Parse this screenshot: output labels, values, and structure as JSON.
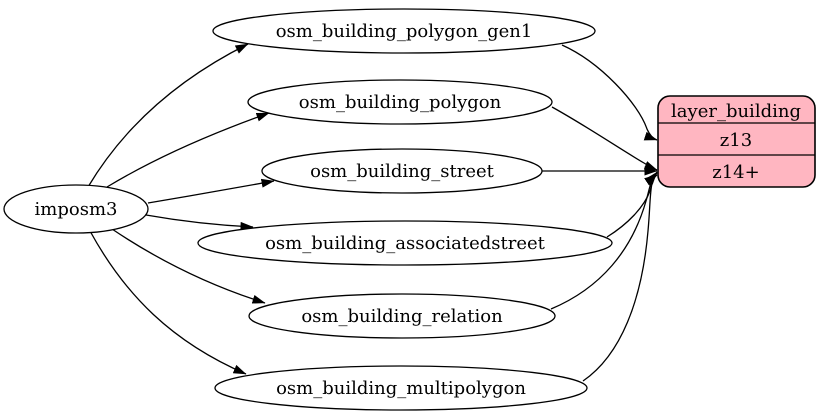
{
  "diagram": {
    "kind": "graphviz-digraph",
    "colors": {
      "background": "#ffffff",
      "edge": "#000000",
      "node_fill": "#ffffff",
      "node_stroke": "#000000",
      "layer_fill": "#ffb6c1"
    },
    "source": {
      "label": "imposm3"
    },
    "tables": [
      {
        "label": "osm_building_polygon_gen1"
      },
      {
        "label": "osm_building_polygon"
      },
      {
        "label": "osm_building_street"
      },
      {
        "label": "osm_building_associatedstreet"
      },
      {
        "label": "osm_building_relation"
      },
      {
        "label": "osm_building_multipolygon"
      }
    ],
    "layer": {
      "title": "layer_building",
      "rows": [
        "z13",
        "z14+"
      ]
    },
    "edges": [
      {
        "from": "imposm3",
        "to": "osm_building_polygon_gen1"
      },
      {
        "from": "imposm3",
        "to": "osm_building_polygon"
      },
      {
        "from": "imposm3",
        "to": "osm_building_street"
      },
      {
        "from": "imposm3",
        "to": "osm_building_associatedstreet"
      },
      {
        "from": "imposm3",
        "to": "osm_building_relation"
      },
      {
        "from": "imposm3",
        "to": "osm_building_multipolygon"
      },
      {
        "from": "osm_building_polygon_gen1",
        "to": "layer_building",
        "target_row": "z13"
      },
      {
        "from": "osm_building_polygon",
        "to": "layer_building",
        "target_row": "z14+"
      },
      {
        "from": "osm_building_street",
        "to": "layer_building",
        "target_row": "z14+"
      },
      {
        "from": "osm_building_associatedstreet",
        "to": "layer_building",
        "target_row": "z14+"
      },
      {
        "from": "osm_building_relation",
        "to": "layer_building",
        "target_row": "z14+"
      },
      {
        "from": "osm_building_multipolygon",
        "to": "layer_building",
        "target_row": "z14+"
      }
    ]
  }
}
